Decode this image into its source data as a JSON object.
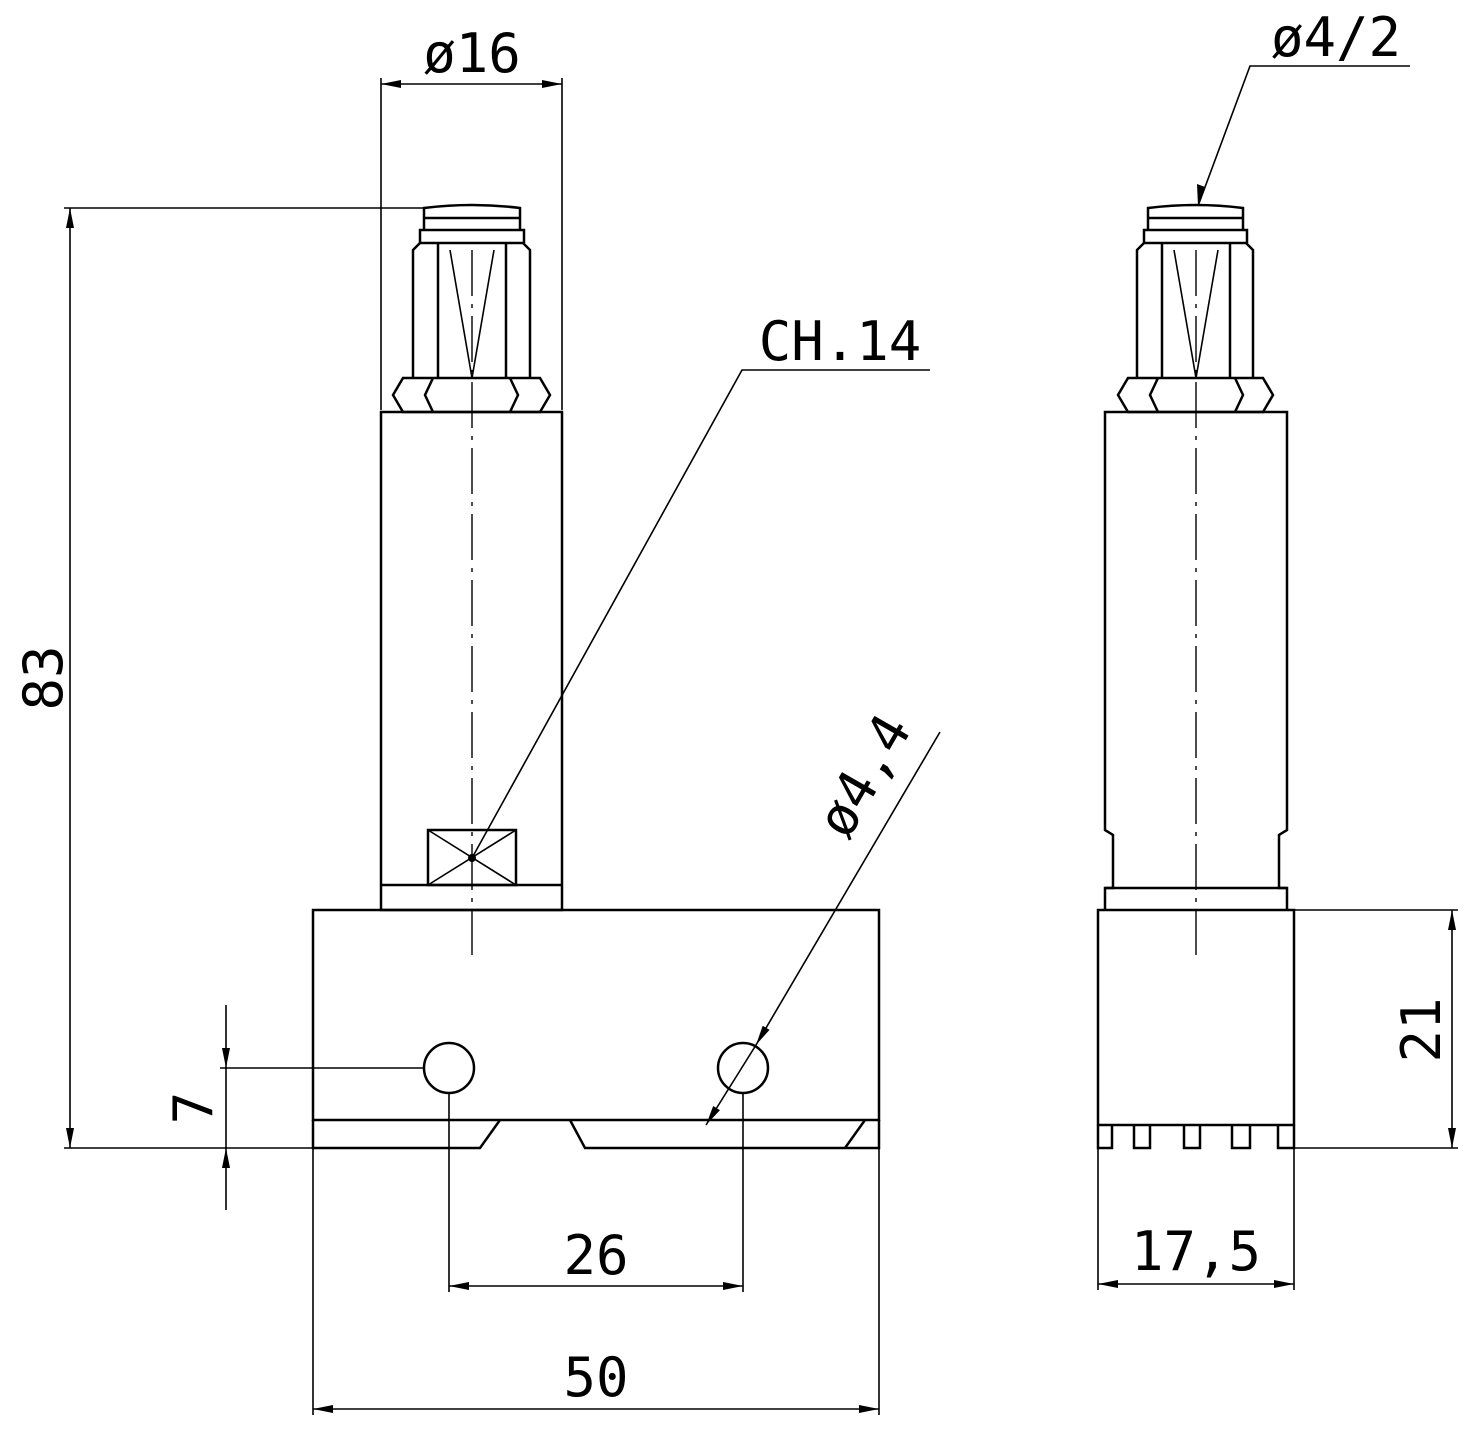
{
  "dimensions": {
    "diameter_stem": "ø16",
    "wrench_size": "CH.14",
    "total_height": "83",
    "hole_diameter": "ø4,4",
    "hole_height": "7",
    "hole_spacing": "26",
    "base_width": "50",
    "tube_diameter": "ø4/2",
    "base_height": "21",
    "side_width": "17,5"
  },
  "colors": {
    "line": "#000000",
    "background": "#ffffff"
  }
}
